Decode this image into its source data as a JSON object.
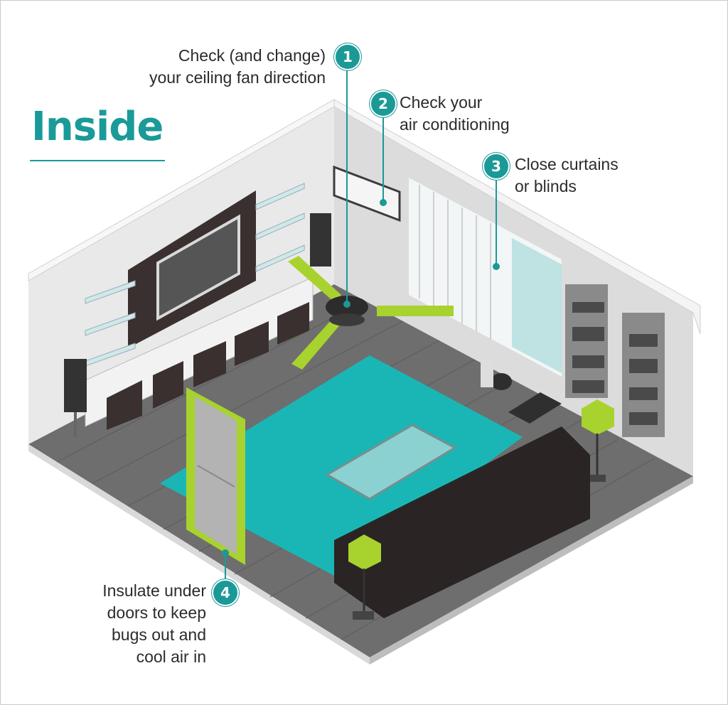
{
  "heading": "Inside",
  "callouts": [
    {
      "number": "1",
      "text": "Check (and change)\nyour ceiling fan direction"
    },
    {
      "number": "2",
      "text": "Check your\nair conditioning"
    },
    {
      "number": "3",
      "text": "Close curtains\nor blinds"
    },
    {
      "number": "4",
      "text": "Insulate under\ndoors to keep\nbugs out and\ncool air in"
    }
  ],
  "colors": {
    "accent_teal": "#1b9997",
    "rug": "#1ab6b6",
    "highlight_green": "#a8d22e",
    "floor": "#6f6f6f",
    "wall": "#e6e6e6"
  },
  "icons": [
    "ceiling-fan-icon",
    "air-conditioner-icon",
    "window-blinds-icon",
    "door-icon"
  ]
}
